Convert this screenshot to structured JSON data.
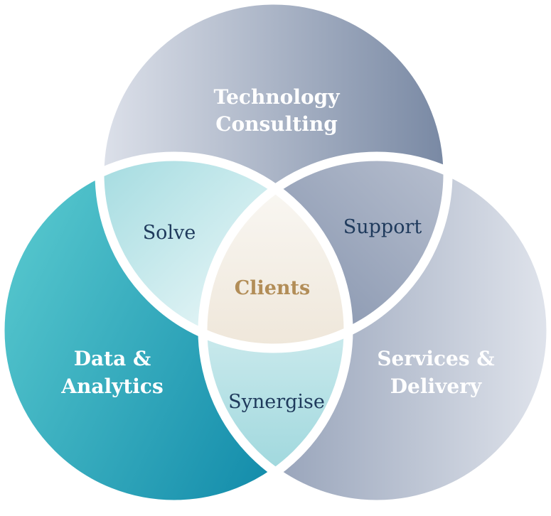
{
  "title": "Technology Consulting Venn Diagram",
  "circles": {
    "top": {
      "line1": "Technology",
      "line2": "Consulting"
    },
    "left": {
      "line1": "Data &",
      "line2": "Analytics"
    },
    "right": {
      "line1": "Services &",
      "line2": "Delivery"
    }
  },
  "overlaps": {
    "top_left": "Solve",
    "top_right": "Support",
    "left_right": "Synergise",
    "center": "Clients"
  },
  "colors": {
    "main_text": "#ffffff",
    "overlap_text": "#1f3a5c",
    "center_text": "#b28d57"
  }
}
